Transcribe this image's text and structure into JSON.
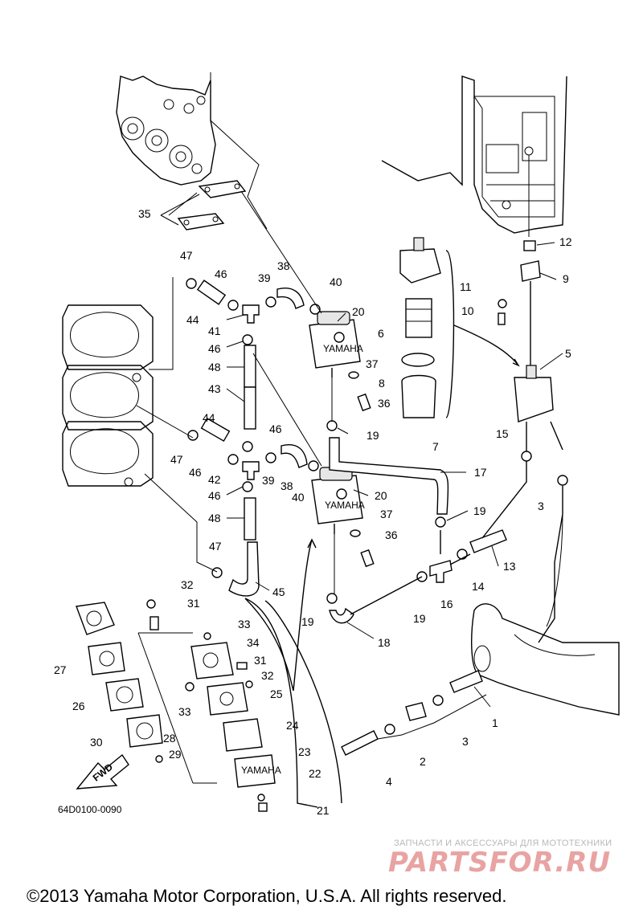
{
  "diagram": {
    "part_numbers": [
      "1",
      "2",
      "3",
      "4",
      "5",
      "6",
      "7",
      "8",
      "9",
      "10",
      "11",
      "12",
      "13",
      "14",
      "15",
      "16",
      "17",
      "18",
      "19",
      "20",
      "21",
      "22",
      "23",
      "24",
      "25",
      "26",
      "27",
      "28",
      "29",
      "30",
      "31",
      "32",
      "33",
      "34",
      "35",
      "36",
      "37",
      "38",
      "39",
      "40",
      "41",
      "42",
      "43",
      "44",
      "45",
      "46",
      "47",
      "48"
    ],
    "drawing_code": "64D0100-0090",
    "fwd_label": "FWD",
    "pump_label": "YAMAHA"
  },
  "watermark": {
    "tagline": "ЗАПЧАСТИ И АКСЕССУАРЫ ДЛЯ МОТОТЕХНИКИ",
    "logo": "PARTSFOR.RU"
  },
  "copyright": "©2013 Yamaha Motor Corporation, U.S.A. All rights reserved."
}
